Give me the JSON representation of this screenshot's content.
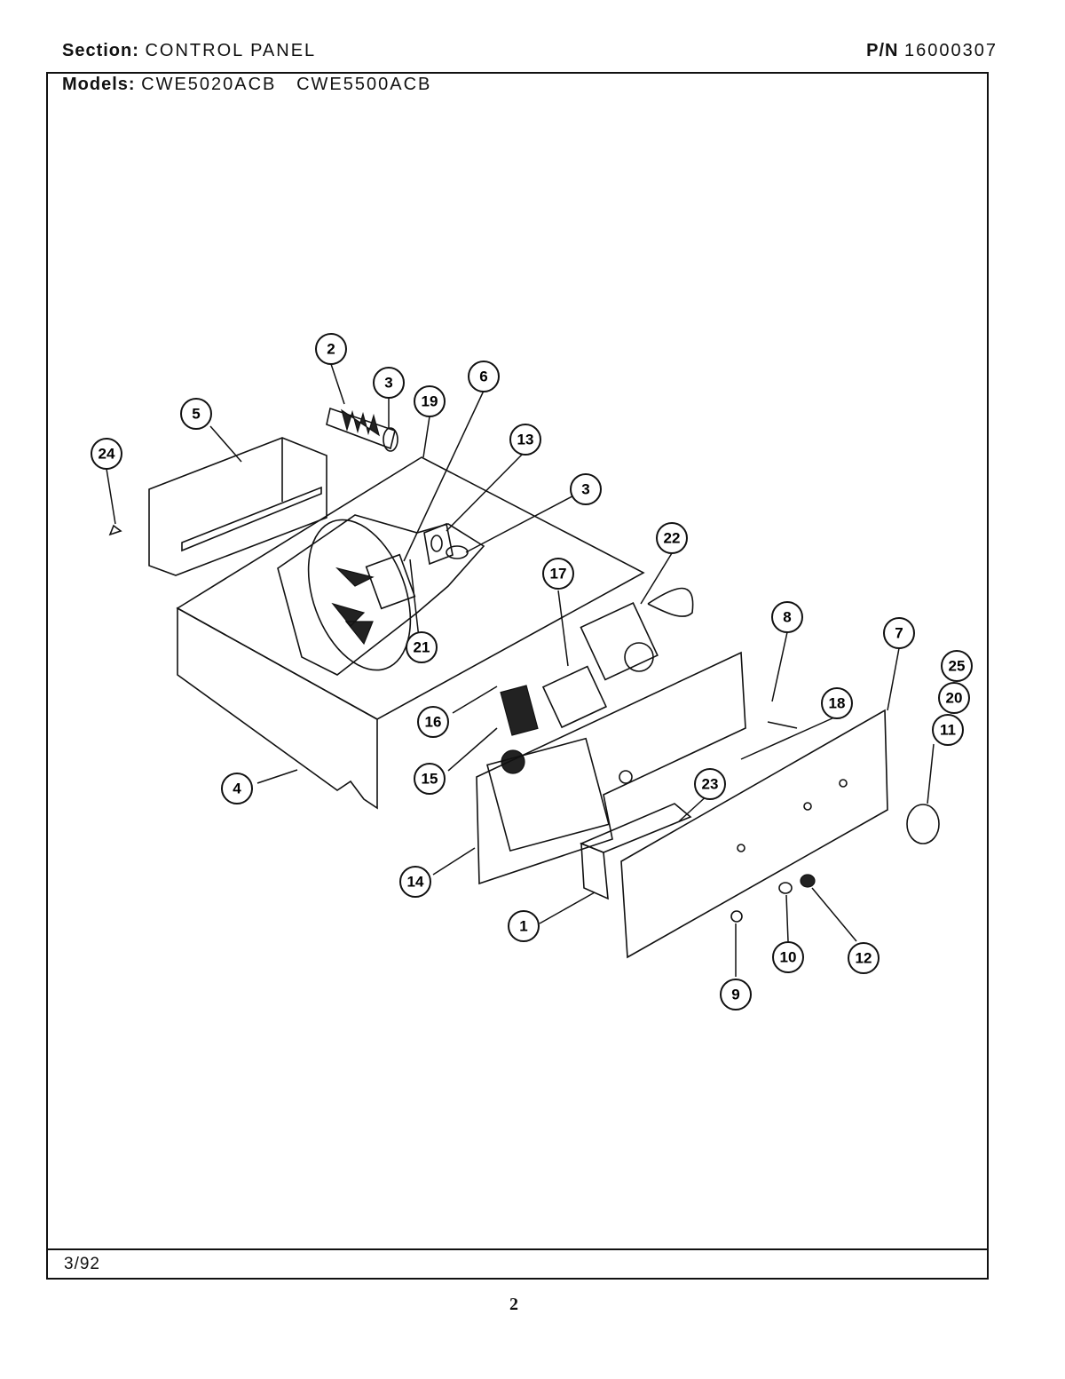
{
  "header": {
    "section_label": "Section:",
    "section_value": "CONTROL PANEL",
    "pn_label": "P/N",
    "pn_value": "16000307",
    "models_label": "Models:",
    "models_value": "CWE5020ACB   CWE5500ACB"
  },
  "footer": {
    "date": "3/92",
    "page_number": "2"
  },
  "callouts": [
    "1",
    "2",
    "3",
    "3",
    "4",
    "5",
    "6",
    "7",
    "8",
    "9",
    "10",
    "11",
    "12",
    "13",
    "14",
    "15",
    "16",
    "17",
    "18",
    "19",
    "20",
    "21",
    "22",
    "23",
    "24",
    "25"
  ]
}
